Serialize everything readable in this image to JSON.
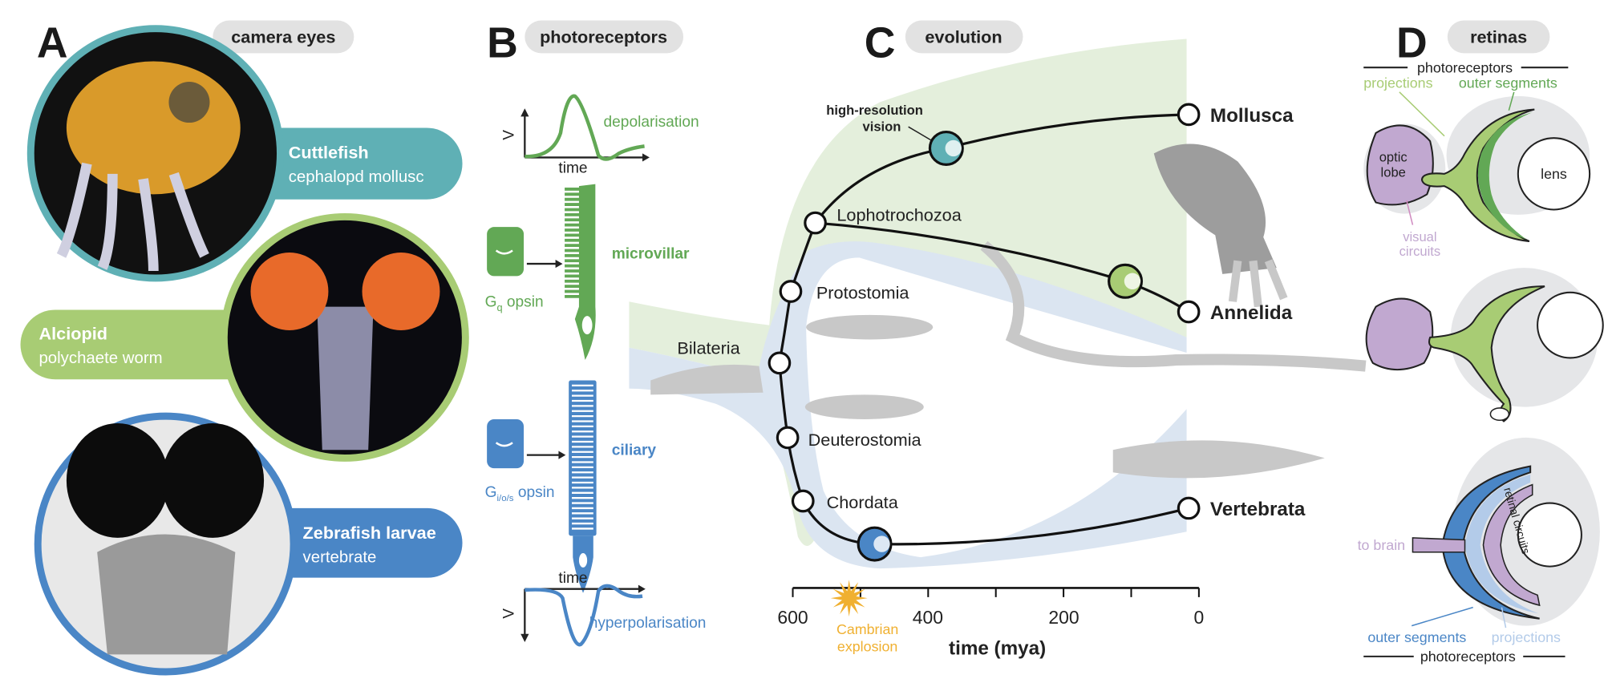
{
  "panels": {
    "a": {
      "letter": "A",
      "title": "camera eyes",
      "species": [
        {
          "name": "Cuttlefish",
          "desc": "cephalopd mollusc",
          "color": "#5fb0b5"
        },
        {
          "name": "Alciopid",
          "desc": "polychaete worm",
          "color": "#a8cc74"
        },
        {
          "name": "Zebrafish larvae",
          "desc": "vertebrate",
          "color": "#4a86c6"
        }
      ]
    },
    "b": {
      "letter": "B",
      "title": "photoreceptors",
      "depol": {
        "y_label": "V",
        "x_label": "time",
        "label": "depolarisation"
      },
      "microvillar": {
        "label": "microvillar",
        "opsin_g": "G",
        "opsin_sub": "q",
        "opsin_rest": " opsin",
        "color": "#62a855"
      },
      "ciliary": {
        "label": "ciliary",
        "opsin_g": "G",
        "opsin_sub": "i/o/s",
        "opsin_rest": " opsin",
        "color": "#4a86c6"
      },
      "hyperpol": {
        "y_label": "V",
        "x_label": "time",
        "label": "hyperpolarisation"
      }
    },
    "c": {
      "letter": "C",
      "title": "evolution",
      "nodes": {
        "bilateria": "Bilateria",
        "protostomia": "Protostomia",
        "lophotrochozoa": "Lophotrochozoa",
        "deuterostomia": "Deuterostomia",
        "chordata": "Chordata"
      },
      "tips": {
        "mollusca": "Mollusca",
        "annelida": "Annelida",
        "vertebrata": "Vertebrata"
      },
      "annotation_line1": "high-resolution",
      "annotation_line2": "vision",
      "axis": {
        "ticks": [
          "600",
          "400",
          "200",
          "0"
        ],
        "label": "time (mya)"
      },
      "event_line1": "Cambrian",
      "event_line2": "explosion",
      "event_color": "#f0b030"
    },
    "d": {
      "letter": "D",
      "title": "retinas",
      "top": {
        "header": "photoreceptors",
        "projections": "projections",
        "outer_segments": "outer segments",
        "optic_line1": "optic",
        "optic_line2": "lobe",
        "lens": "lens",
        "visual_line1": "visual",
        "visual_line2": "circuits"
      },
      "bottom": {
        "to_brain": "to brain",
        "retinal_circuits": "retinal circuits",
        "outer_segments": "outer segments",
        "projections": "projections",
        "footer": "photoreceptors"
      }
    }
  }
}
